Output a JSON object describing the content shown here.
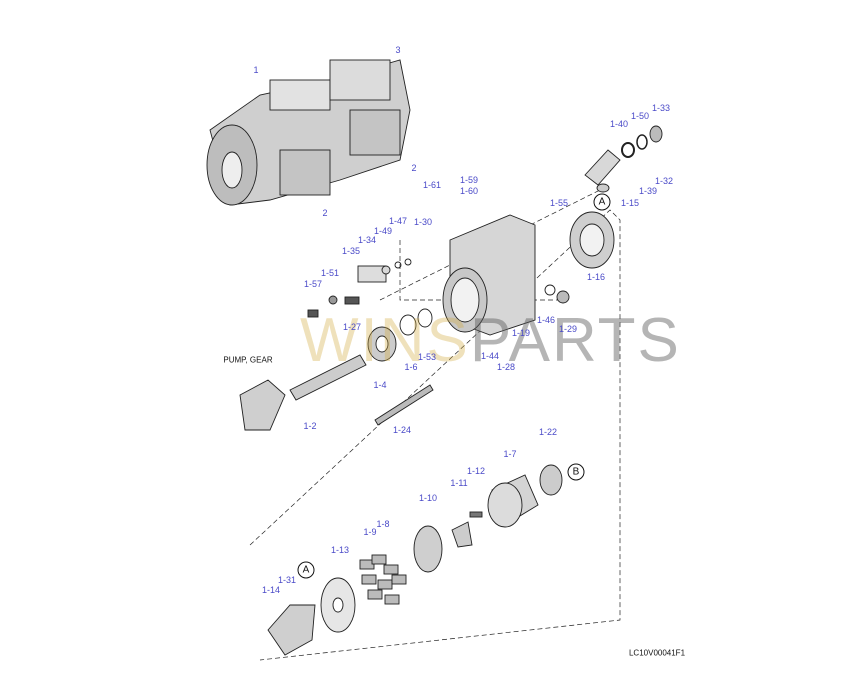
{
  "diagram": {
    "drawing_code": "LC10V00041F1",
    "watermark": [
      "WINS",
      "PARTS"
    ],
    "callouts": [
      "A",
      "B",
      "A"
    ],
    "labels": [
      "1",
      "3",
      "2",
      "2",
      "1-33",
      "1-50",
      "1-40",
      "1-32",
      "1-39",
      "1-15",
      "1-59",
      "1-60",
      "1-61",
      "1-30",
      "1-55",
      "1-47",
      "1-49",
      "1-34",
      "1-35",
      "1-51",
      "1-57",
      "1-16",
      "1-27",
      "1-46",
      "1-29",
      "1-19",
      "1-53",
      "1-44",
      "1-28",
      "1-6",
      "1-4",
      "1-2",
      "1-24",
      "1-22",
      "1-12",
      "1-7",
      "1-11",
      "1-10",
      "1-8",
      "1-9",
      "1-13",
      "1-31",
      "1-14"
    ],
    "pump_gear_label": "PUMP, GEAR"
  }
}
